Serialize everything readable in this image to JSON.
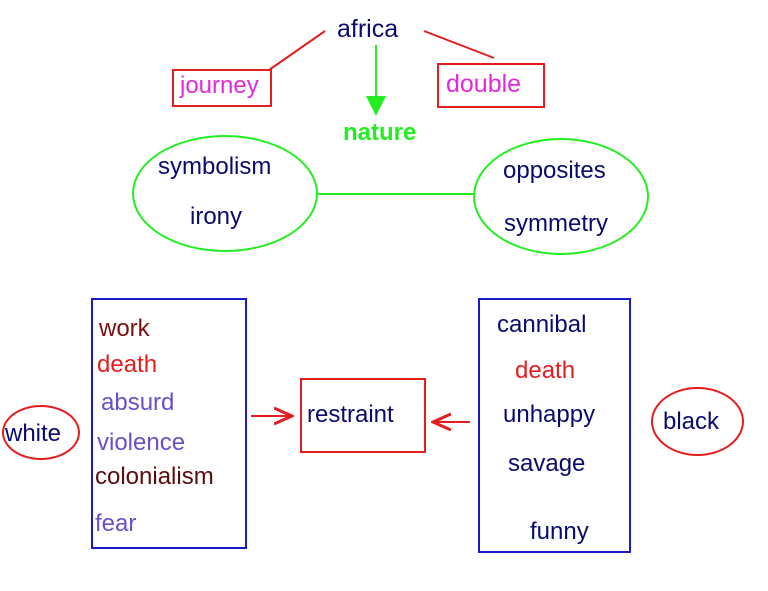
{
  "colors": {
    "navy": "#0a0a6e",
    "red": "#e41e1e",
    "magenta": "#e12ad9",
    "green": "#22ee22",
    "blue": "#1a1acc",
    "purple": "#6a4fc9",
    "maroon": "#7a1010",
    "darkbrown": "#5a0c0c"
  },
  "top": {
    "africa": "africa",
    "journey": "journey",
    "double": "double",
    "nature": "nature"
  },
  "left_oval": {
    "items": [
      "symbolism",
      "irony"
    ]
  },
  "right_oval": {
    "items": [
      "opposites",
      "symmetry"
    ]
  },
  "left_box": {
    "items": [
      "work",
      "death",
      "absurd",
      "violence",
      "colonialism",
      "fear"
    ]
  },
  "right_box": {
    "items": [
      "cannibal",
      "death",
      "unhappy",
      "savage",
      "funny"
    ]
  },
  "center": {
    "restraint": "restraint"
  },
  "white_label": "white",
  "black_label": "black"
}
